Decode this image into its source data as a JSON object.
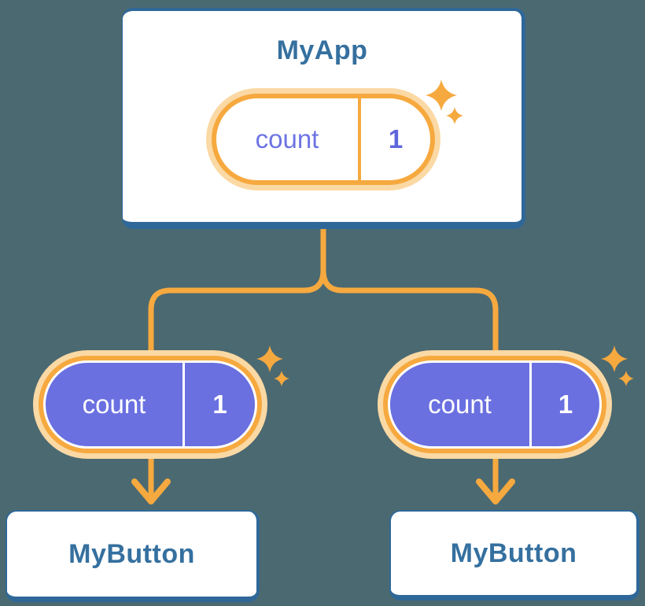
{
  "tree": {
    "root": {
      "title": "MyApp",
      "state": {
        "name": "count",
        "value": "1"
      }
    },
    "children": [
      {
        "title": "MyButton",
        "prop": {
          "name": "count",
          "value": "1"
        }
      },
      {
        "title": "MyButton",
        "prop": {
          "name": "count",
          "value": "1"
        }
      }
    ]
  },
  "icons": {
    "sparkle": "four-point-star"
  },
  "colors": {
    "background": "#4b6971",
    "card_fill": "#ffffff",
    "card_border_blue": "#2f6898",
    "title_blue": "#35709f",
    "line_orange": "#f6a93f",
    "halo_peach": "#fbd9a4",
    "pill_purple": "#6a70e0",
    "state_name_purple": "#6d74e3",
    "state_value_purple": "#5e66db",
    "pill_text_white": "#ffffff"
  }
}
